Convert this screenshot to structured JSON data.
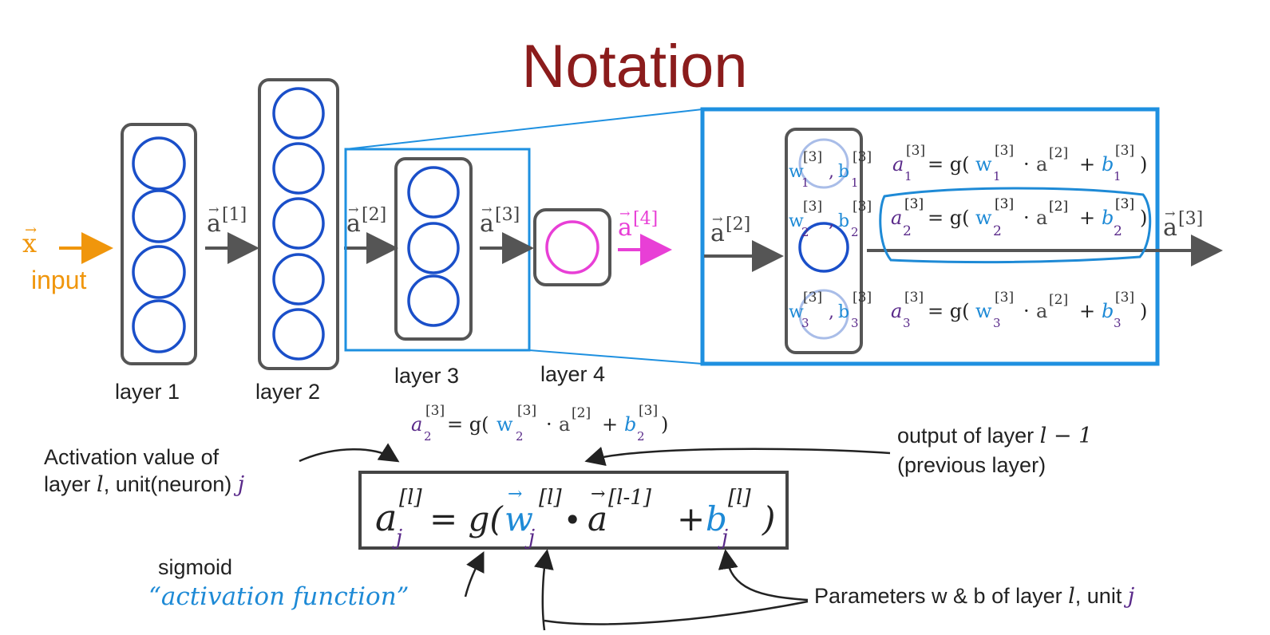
{
  "title": "Notation",
  "input": {
    "symbol": "x",
    "label": "input"
  },
  "layers": {
    "l1": "layer 1",
    "l2": "layer 2",
    "l3": "layer 3",
    "l4": "layer 4"
  },
  "arrows": {
    "a1": "a",
    "a1sup": "[1]",
    "a2": "a",
    "a2sup": "[2]",
    "a3": "a",
    "a3sup": "[3]",
    "a4": "a",
    "a4sup": "[4]"
  },
  "zoom": {
    "in_label": "a",
    "in_sup": "[2]",
    "out_label": "a",
    "out_sup": "[3]",
    "params": [
      {
        "w": "w",
        "ws": "[3]",
        "wsub": "1",
        "b": "b",
        "bs": "[3]",
        "bsub": "1"
      },
      {
        "w": "w",
        "ws": "[3]",
        "wsub": "2",
        "b": "b",
        "bs": "[3]",
        "bsub": "2"
      },
      {
        "w": "w",
        "ws": "[3]",
        "wsub": "3",
        "b": "b",
        "bs": "[3]",
        "bsub": "3"
      }
    ],
    "equations": [
      {
        "a": "a",
        "as": "[3]",
        "asub": "1",
        "eq": "= g(",
        "w": "w",
        "ws": "[3]",
        "wsub": "1",
        "dot": "·",
        "ap": "a",
        "aps": "[2]",
        "plus": "+",
        "b": "b",
        "bs": "[3]",
        "bsub": "1",
        "close": ")"
      },
      {
        "a": "a",
        "as": "[3]",
        "asub": "2",
        "eq": "= g(",
        "w": "w",
        "ws": "[3]",
        "wsub": "2",
        "dot": "·",
        "ap": "a",
        "aps": "[2]",
        "plus": "+",
        "b": "b",
        "bs": "[3]",
        "bsub": "2",
        "close": ")"
      },
      {
        "a": "a",
        "as": "[3]",
        "asub": "3",
        "eq": "= g(",
        "w": "w",
        "ws": "[3]",
        "wsub": "3",
        "dot": "·",
        "ap": "a",
        "aps": "[2]",
        "plus": "+",
        "b": "b",
        "bs": "[3]",
        "bsub": "3",
        "close": ")"
      }
    ]
  },
  "example_eq": {
    "a": "a",
    "as": "[3]",
    "asub": "2",
    "eq": "= g(",
    "w": "w",
    "ws": "[3]",
    "wsub": "2",
    "dot": "·",
    "ap": "a",
    "aps": "[2]",
    "plus": "+",
    "b": "b",
    "bs": "[3]",
    "bsub": "2",
    "close": ")"
  },
  "general_eq": {
    "a": "a",
    "as": "[l]",
    "asub": "j",
    "eq": "= g(",
    "w": "w",
    "ws": "[l]",
    "wsub": "j",
    "dot": "•",
    "ap": "a",
    "aps": "[l-1]",
    "plus": "+",
    "b": "b",
    "bs": "[l]",
    "bsub": "j",
    "close": ")"
  },
  "notes": {
    "activation_line1": "Activation value of",
    "activation_line2": "layer",
    "activation_l": "l",
    "activation_unit": ", unit(neuron)",
    "activation_j": "j",
    "output_line1": "output of layer",
    "output_l": "l − 1",
    "output_line2": "(previous layer)",
    "sigmoid": "sigmoid",
    "activation_function": "“activation function”",
    "params_text": "Parameters w & b of layer",
    "params_l": "l",
    "params_unit": ", unit",
    "params_j": "j"
  },
  "colors": {
    "title": "#8b1c1c",
    "neuron": "#1a4fc9",
    "box": "#555555",
    "highlight": "#1e90e0",
    "input": "#f0960c",
    "output": "#e83fd6",
    "purple": "#5a2a8a",
    "blue": "#1e8ad6",
    "arrow": "#555555"
  }
}
